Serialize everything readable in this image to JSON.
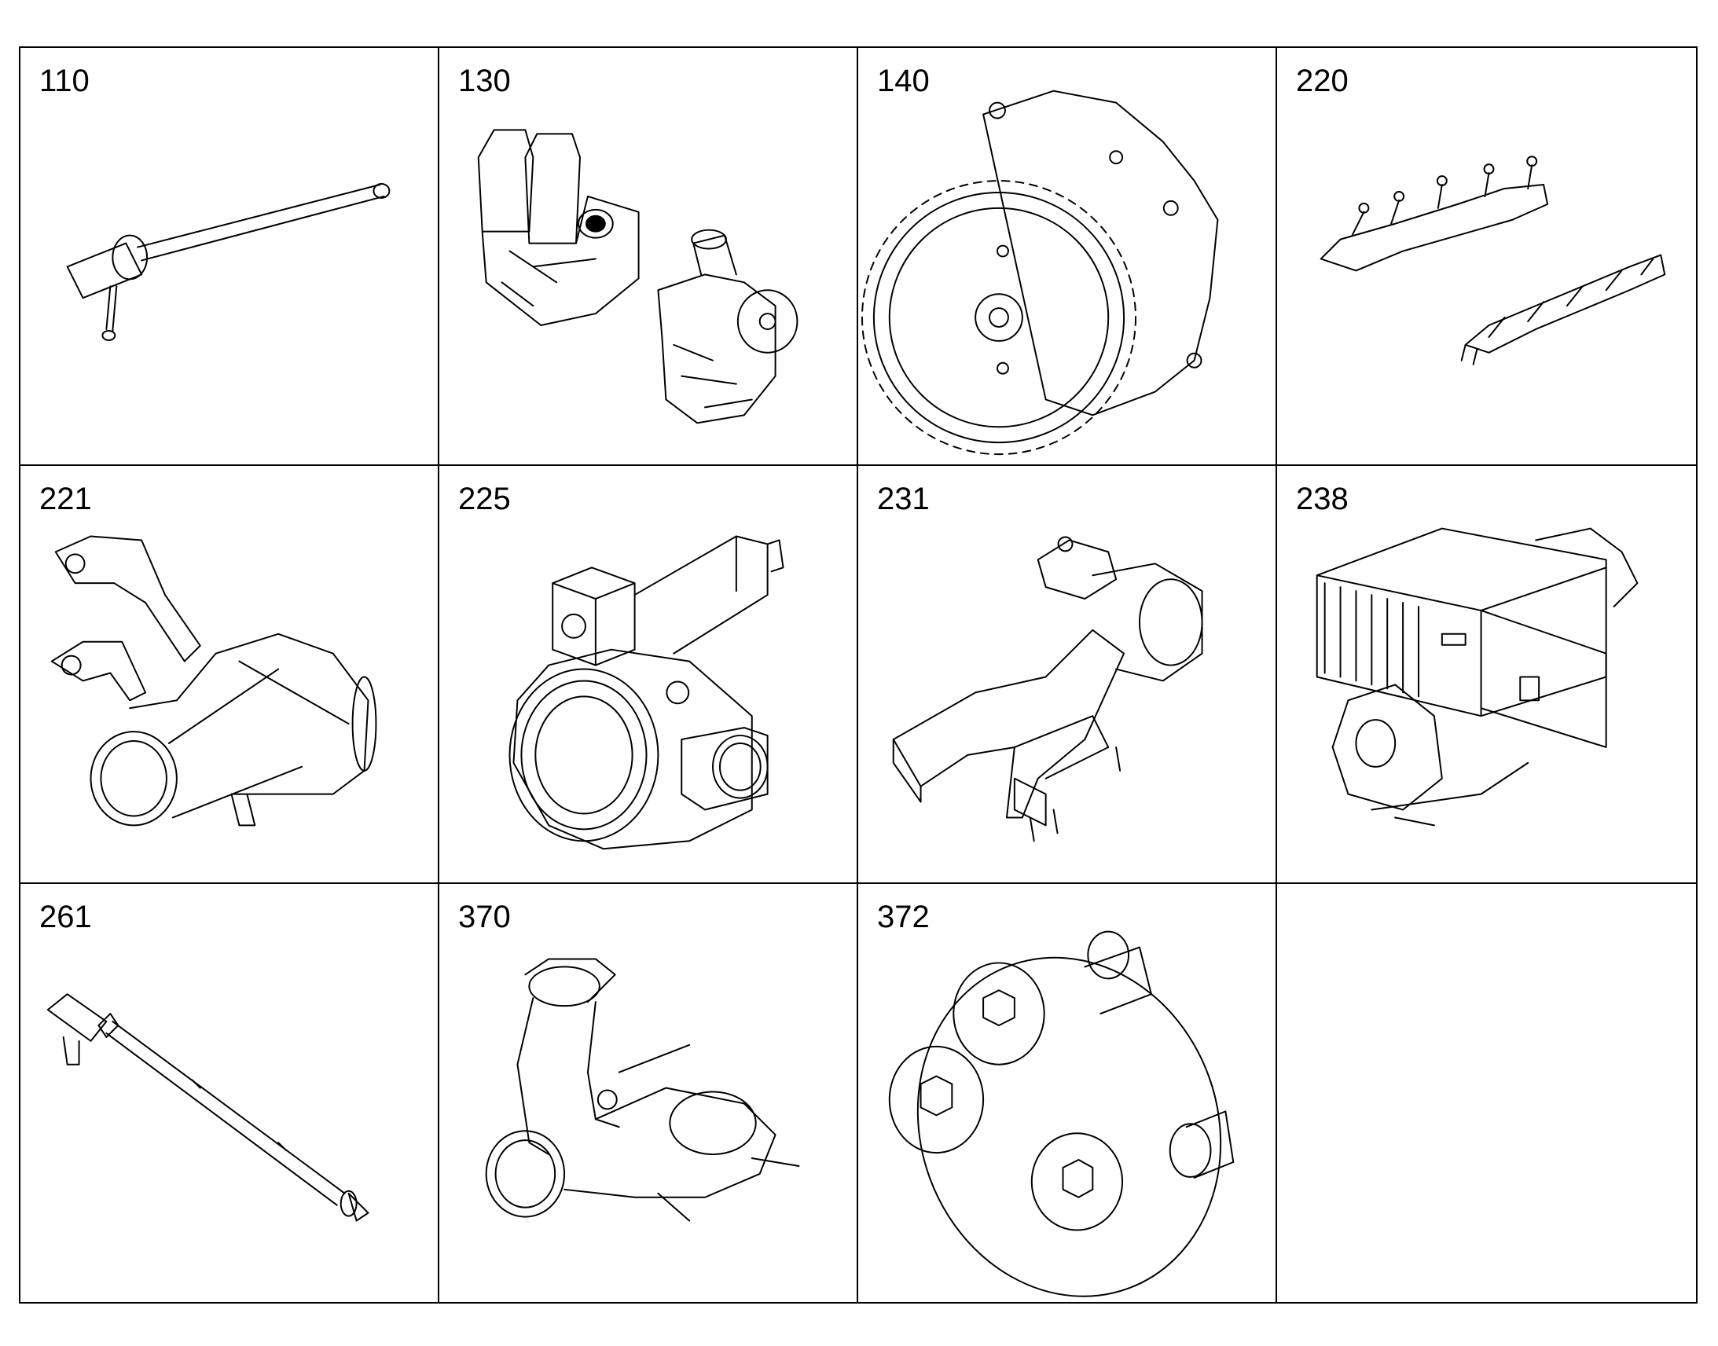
{
  "parts": [
    {
      "number": "110",
      "icon": "rod-tool-icon"
    },
    {
      "number": "130",
      "icon": "filter-housing-icon"
    },
    {
      "number": "140",
      "icon": "gear-pump-icon"
    },
    {
      "number": "220",
      "icon": "exhaust-manifold-icon"
    },
    {
      "number": "221",
      "icon": "bellhousing-bracket-icon"
    },
    {
      "number": "225",
      "icon": "turbo-housing-icon"
    },
    {
      "number": "231",
      "icon": "actuator-assembly-icon"
    },
    {
      "number": "238",
      "icon": "intercooler-icon"
    },
    {
      "number": "261",
      "icon": "injector-tool-icon"
    },
    {
      "number": "370",
      "icon": "elbow-pipe-icon"
    },
    {
      "number": "372",
      "icon": "flange-bolts-icon"
    },
    {
      "number": "",
      "icon": ""
    }
  ]
}
